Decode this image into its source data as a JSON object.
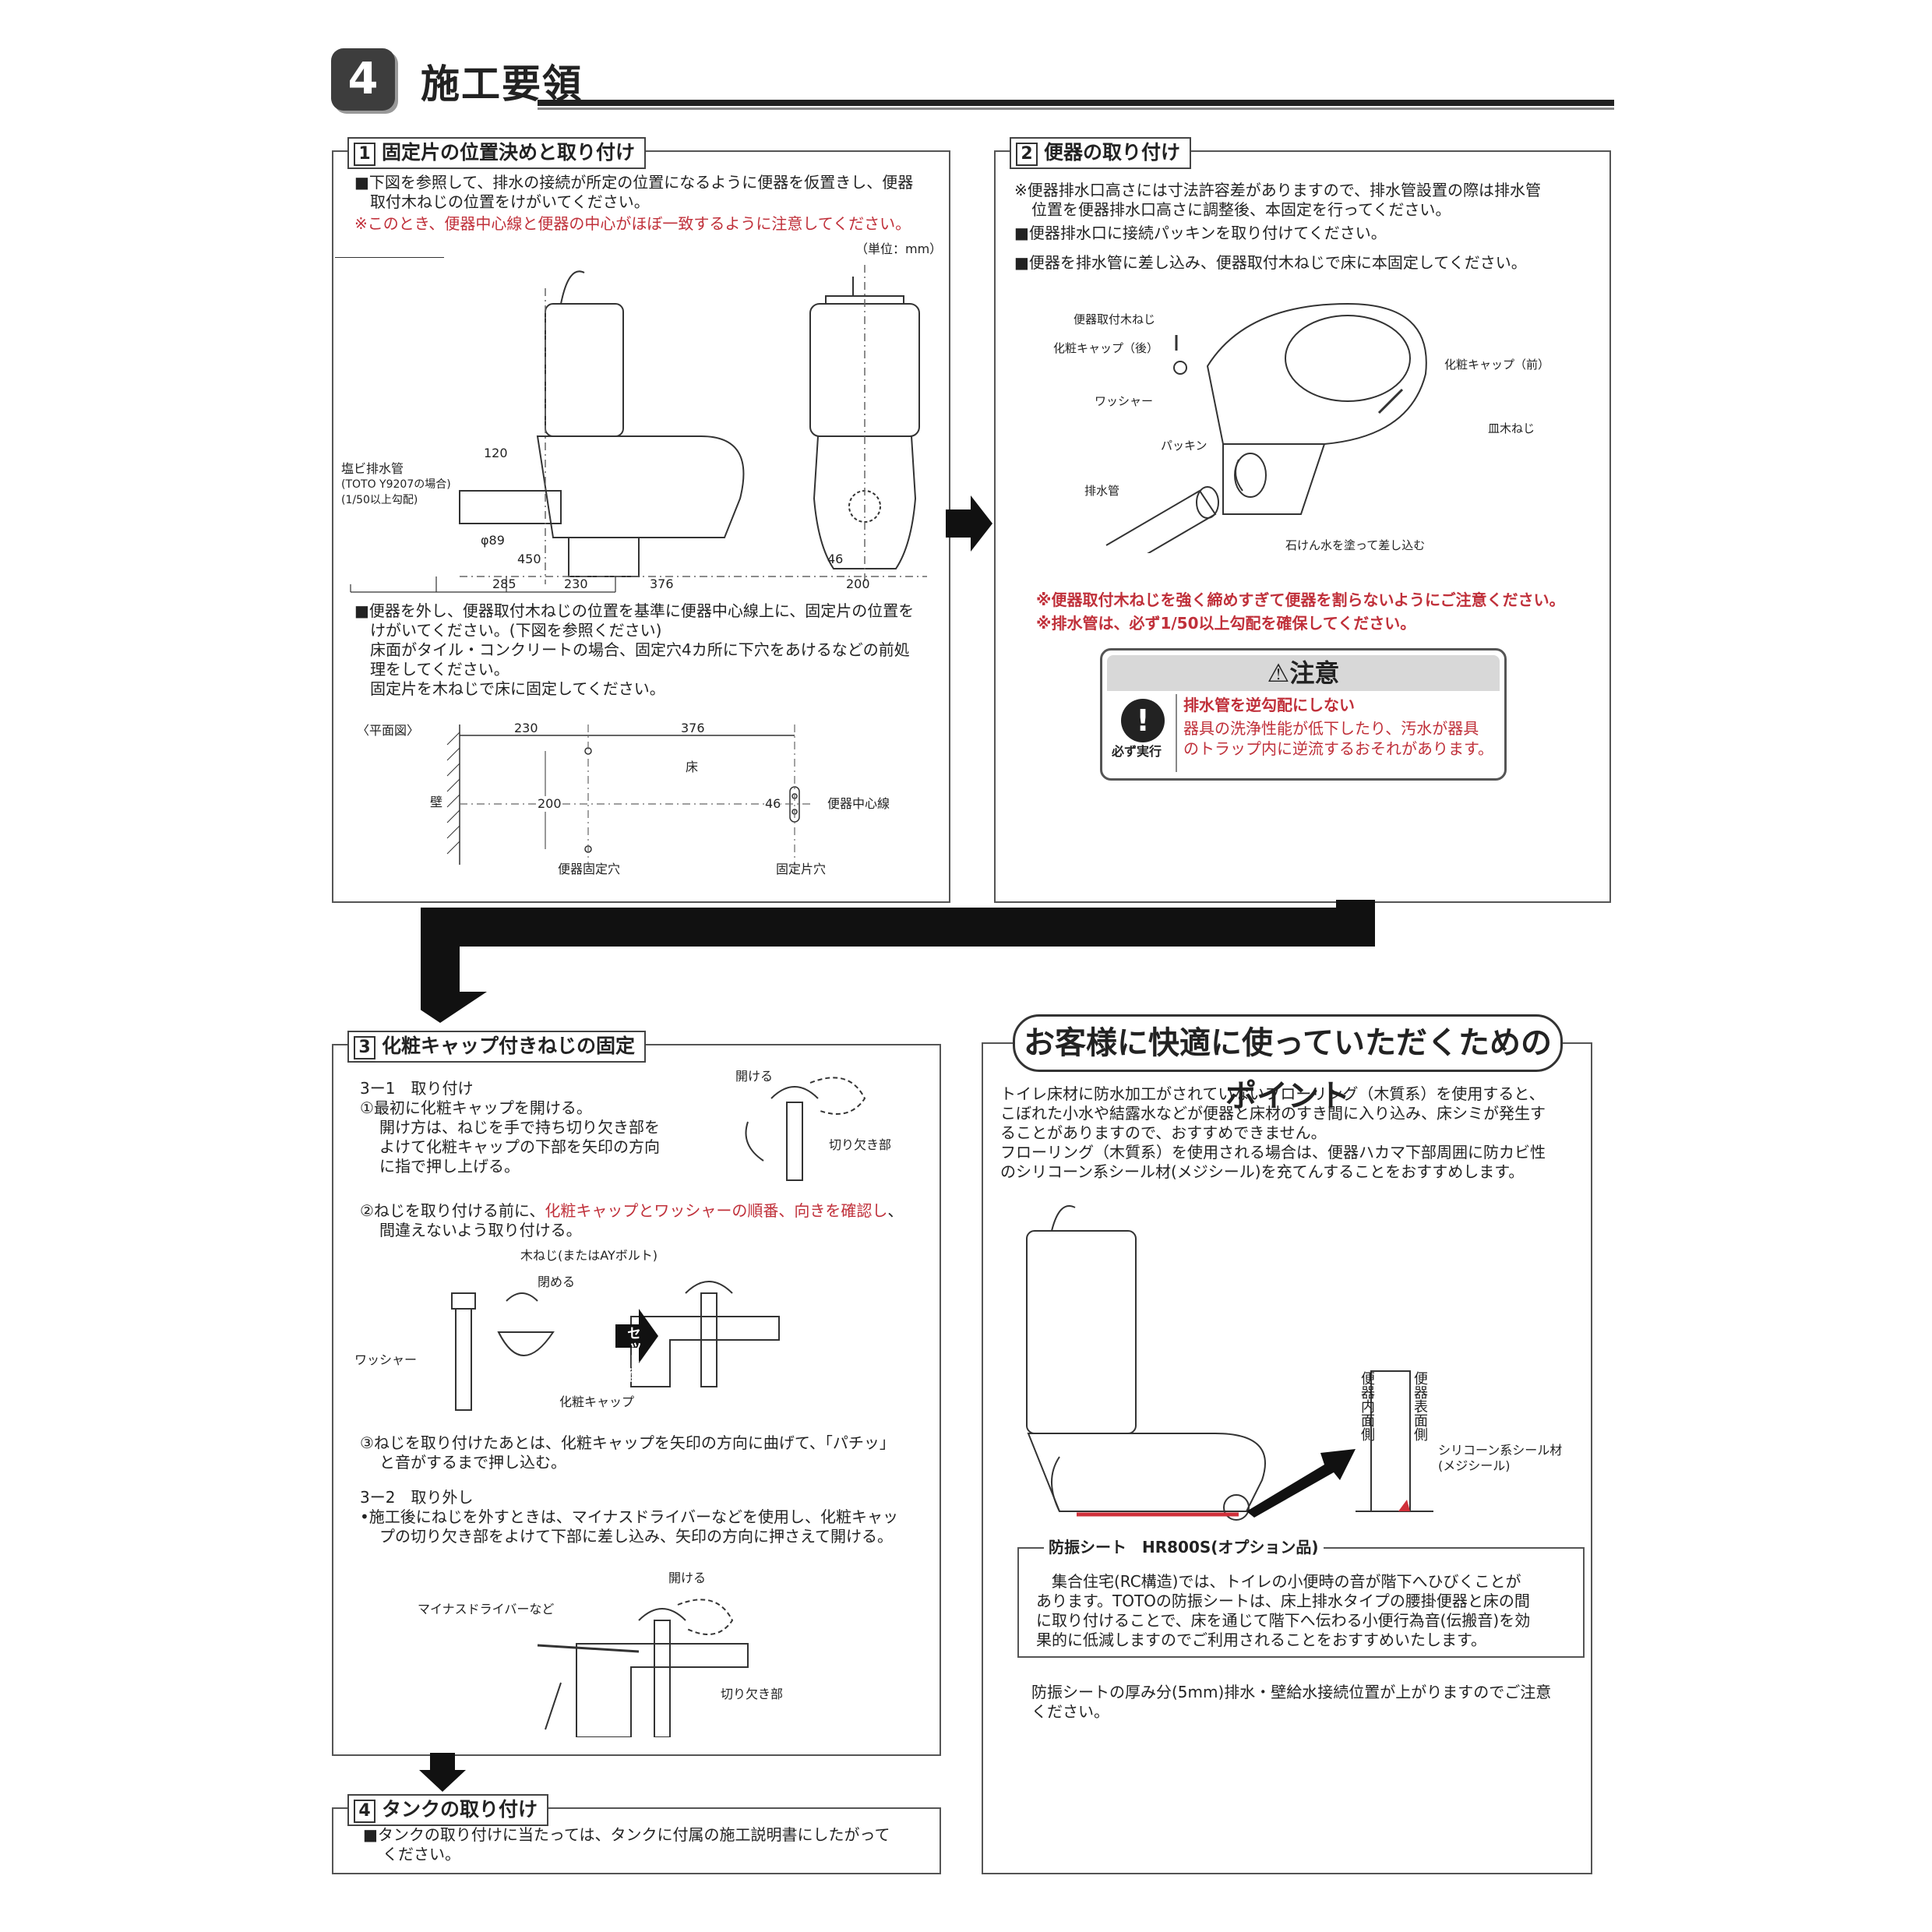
{
  "header": {
    "section_number": "4",
    "title": "施工要領"
  },
  "panel1": {
    "number": "1",
    "title": "固定片の位置決めと取り付け",
    "text1": [
      "■下図を参照して、排水の接続が所定の位置になるように便器を仮置きし、便器",
      "取付木ねじの位置をけがいてください。"
    ],
    "note1": "※このとき、便器中心線と便器の中心がほぼ一致するように注意してください。",
    "unit": "（単位：mm）",
    "labels": {
      "pipe": "塩ビ排水管",
      "pipe_sub1": "(TOTO Y9207の場合)",
      "pipe_sub2": "(1/50以上勾配)",
      "d120": "120",
      "phi89": "φ89",
      "d450": "450",
      "d285": "285",
      "d230": "230",
      "d376": "376",
      "d46": "46",
      "d200": "200"
    },
    "text2": [
      "■便器を外し、便器取付木ねじの位置を基準に便器中心線上に、固定片の位置を",
      "けがいてください。(下図を参照ください)",
      "床面がタイル・コンクリートの場合、固定穴4カ所に下穴をあけるなどの前処",
      "理をしてください。",
      "固定片を木ねじで床に固定してください。"
    ],
    "plan": {
      "title": "〈平面図〉",
      "d230": "230",
      "d376": "376",
      "floor": "床",
      "wall": "壁",
      "d200": "200",
      "d46": "46",
      "center": "便器中心線",
      "hole1": "便器固定穴",
      "hole2": "固定片穴"
    }
  },
  "panel2": {
    "number": "2",
    "title": "便器の取り付け",
    "text": [
      "※便器排水口高さには寸法許容差がありますので、排水管設置の際は排水管",
      "位置を便器排水口高さに調整後、本固定を行ってください。",
      "■便器排水口に接続パッキンを取り付けてください。",
      "■便器を排水管に差し込み、便器取付木ねじで床に本固定してください。"
    ],
    "labels": {
      "screw": "便器取付木ねじ",
      "cap_back": "化粧キャップ（後）",
      "washer": "ワッシャー",
      "packing": "パッキン",
      "pipe": "排水管",
      "cap_front": "化粧キャップ（前）",
      "flat_screw": "皿木ねじ",
      "soap": "石けん水を塗って差し込む"
    },
    "notes": [
      "※便器取付木ねじを強く締めすぎて便器を割らないようにご注意ください。",
      "※排水管は、必ず1/50以上勾配を確保してください。"
    ],
    "warning": {
      "head": "注意",
      "mark": "必ず実行",
      "title": "排水管を逆勾配にしない",
      "body": [
        "器具の洗浄性能が低下したり、汚水が器具",
        "のトラップ内に逆流するおそれがあります。"
      ]
    }
  },
  "panel3": {
    "number": "3",
    "title": "化粧キャップ付きねじの固定",
    "s1": "3ー1　取り付け",
    "s1_1": [
      "①最初に化粧キャップを開ける。",
      "開け方は、ねじを手で持ち切り欠き部を",
      "よけて化粧キャップの下部を矢印の方向",
      "に指で押し上げる。"
    ],
    "open": "開ける",
    "notch": "切り欠き部",
    "s1_2_a": "②ねじを取り付ける前に、",
    "s1_2_red": "化粧キャップとワッシャーの順番、向きを確認し",
    "s1_2_b": "、",
    "s1_2_c": "間違えないよう取り付ける。",
    "screw_label": "木ねじ(またはAYボルト)",
    "close": "閉める",
    "washer": "ワッシャー",
    "cap": "化粧キャップ",
    "set_after": "セット後",
    "s1_3": [
      "③ねじを取り付けたあとは、化粧キャップを矢印の方向に曲げて、「パチッ」",
      "と音がするまで押し込む。"
    ],
    "s2": "3ー2　取り外し",
    "s2_text": [
      "•施工後にねじを外すときは、マイナスドライバーなどを使用し、化粧キャッ",
      "プの切り欠き部をよけて下部に差し込み、矢印の方向に押さえて開ける。"
    ],
    "open2": "開ける",
    "driver": "マイナスドライバーなど",
    "notch2": "切り欠き部"
  },
  "panel4": {
    "number": "4",
    "title": "タンクの取り付け",
    "text": [
      "■タンクの取り付けに当たっては、タンクに付属の施工説明書にしたがって",
      "ください。"
    ]
  },
  "point": {
    "title": "お客様に快適に使っていただくためのポイント",
    "text": [
      "トイレ床材に防水加工がされていないフローリング（木質系）を使用すると、",
      "こぼれた小水や結露水などが便器と床材のすき間に入り込み、床シミが発生す",
      "ることがありますので、おすすめできません。",
      "フローリング（木質系）を使用される場合は、便器ハカマ下部周囲に防カビ性",
      "のシリコーン系シール材(メジシール)を充てんすることをおすすめします。"
    ],
    "inner": "便器内面側",
    "outer": "便器表面側",
    "seal1": "シリコーン系シール材",
    "seal2": "(メジシール)",
    "sheet_title": "防振シート　HR800S(オプション品)",
    "sheet_text": [
      "集合住宅(RC構造)では、トイレの小便時の音が階下へひびくことが",
      "あります。TOTOの防振シートは、床上排水タイプの腰掛便器と床の間",
      "に取り付けることで、床を通じて階下へ伝わる小便行為音(伝搬音)を効",
      "果的に低減しますのでご利用されることをおすすめいたします。"
    ],
    "footer": [
      "防振シートの厚み分(5mm)排水・壁給水接続位置が上がりますのでご注意",
      "ください。"
    ]
  },
  "colors": {
    "accent_red": "#c0303a",
    "dark": "#222222"
  }
}
